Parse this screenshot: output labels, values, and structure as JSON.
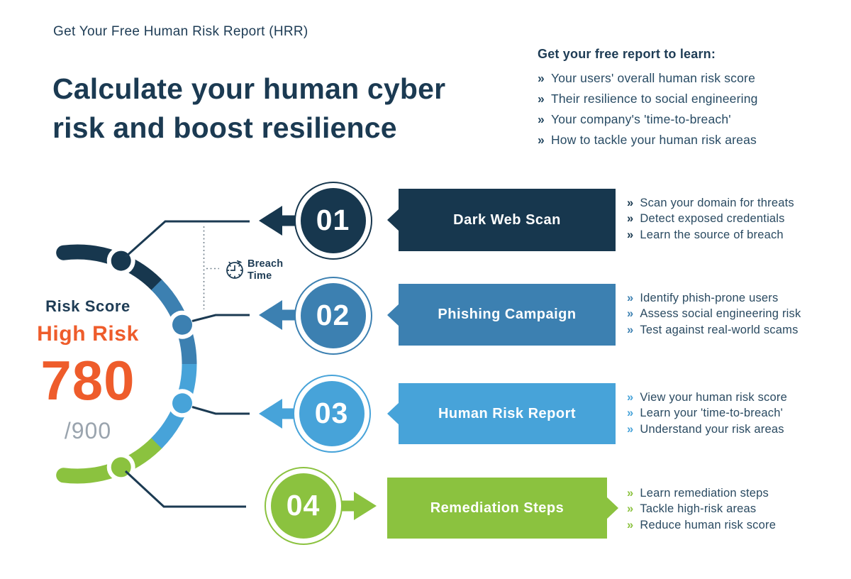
{
  "header": {
    "eyebrow": "Get Your Free Human Risk Report (HRR)",
    "title_line1": "Calculate your human cyber",
    "title_line2": "risk and boost resilience"
  },
  "learn_panel": {
    "heading": "Get your free report to learn:",
    "items": [
      "Your users' overall human risk score",
      "Their resilience to social engineering",
      "Your company's 'time-to-breach'",
      "How to tackle your human risk areas"
    ]
  },
  "gauge": {
    "label": "Risk Score",
    "level": "High Risk",
    "score": "780",
    "max": "/900",
    "breach_line1": "Breach",
    "breach_line2": "Time"
  },
  "ui": {
    "bullet_marker": "»"
  },
  "steps": [
    {
      "number": "01",
      "title": "Dark Web Scan",
      "color": "#17374e",
      "bullets": [
        "Scan your domain for threats",
        "Detect exposed credentials",
        "Learn the source of breach"
      ]
    },
    {
      "number": "02",
      "title": "Phishing Campaign",
      "color": "#3c80b1",
      "bullets": [
        "Identify phish-prone users",
        "Assess social engineering risk",
        "Test against real-world scams"
      ]
    },
    {
      "number": "03",
      "title": "Human Risk Report",
      "color": "#47a3d9",
      "bullets": [
        "View your human risk score",
        "Learn your 'time-to-breach'",
        "Understand your risk areas"
      ]
    },
    {
      "number": "04",
      "title": "Remediation Steps",
      "color": "#8bc23f",
      "bullets": [
        "Learn remediation steps",
        "Tackle high-risk areas",
        "Reduce human risk score"
      ]
    }
  ],
  "colors": {
    "navy": "#17374e",
    "steel_blue": "#3c80b1",
    "light_blue": "#47a3d9",
    "green": "#8bc23f",
    "orange": "#ee5c2b",
    "gray": "#9aa4ae",
    "text_navy": "#1e3c55",
    "line": "#1b3a52",
    "dotted": "#75838f"
  }
}
